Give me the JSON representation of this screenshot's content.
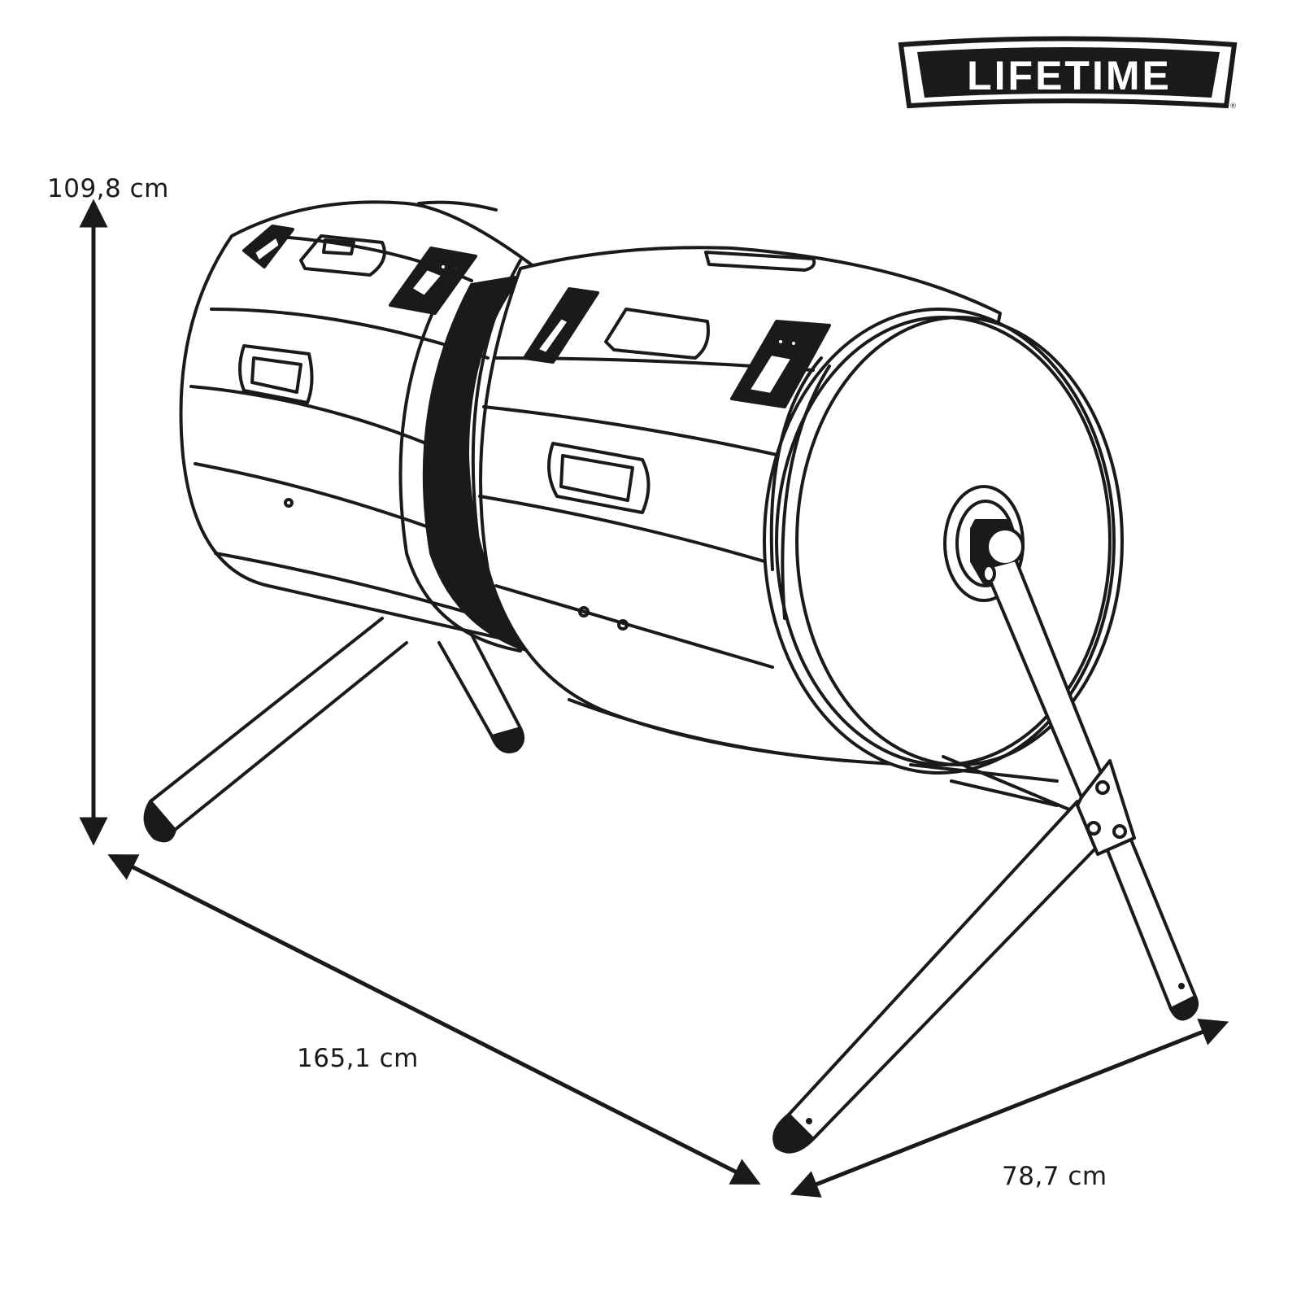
{
  "brand": {
    "name": "LIFETIME",
    "registered_mark": "®",
    "colors": {
      "fill": "#1a1a1a",
      "text": "#ffffff"
    }
  },
  "diagram": {
    "subject": "dual-chamber compost tumbler on A-frame stand",
    "line_color": "#1a1a1a",
    "background": "#ffffff",
    "parts": [
      "left barrel",
      "right barrel",
      "center divider ring",
      "end cap with hub",
      "crank handle",
      "A-frame legs",
      "cross brace",
      "leg foot caps",
      "lid latches",
      "side handles"
    ]
  },
  "dimensions": {
    "height": {
      "value": "109,8",
      "unit": "cm",
      "label": "109,8 cm",
      "orientation": "vertical"
    },
    "length": {
      "value": "165,1",
      "unit": "cm",
      "label": "165,1 cm",
      "orientation": "diagonal"
    },
    "width": {
      "value": "78,7",
      "unit": "cm",
      "label": "78,7 cm",
      "orientation": "diagonal"
    }
  }
}
